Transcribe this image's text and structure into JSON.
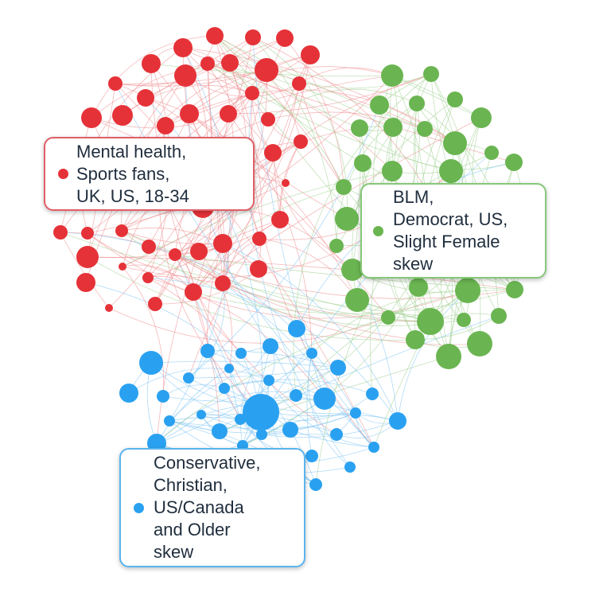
{
  "colors": {
    "red": "#e53238",
    "green": "#6ab551",
    "blue": "#2aa1f0"
  },
  "clusters": [
    {
      "id": "red",
      "lines": [
        "Mental health,",
        "Sports fans,",
        "UK, US, 18-34"
      ]
    },
    {
      "id": "green",
      "lines": [
        "BLM,",
        "Democrat, US,",
        "Slight Female",
        "skew"
      ]
    },
    {
      "id": "blue",
      "lines": [
        "Conservative,",
        "Christian,",
        "US/Canada",
        "and Older",
        "skew"
      ]
    }
  ]
}
